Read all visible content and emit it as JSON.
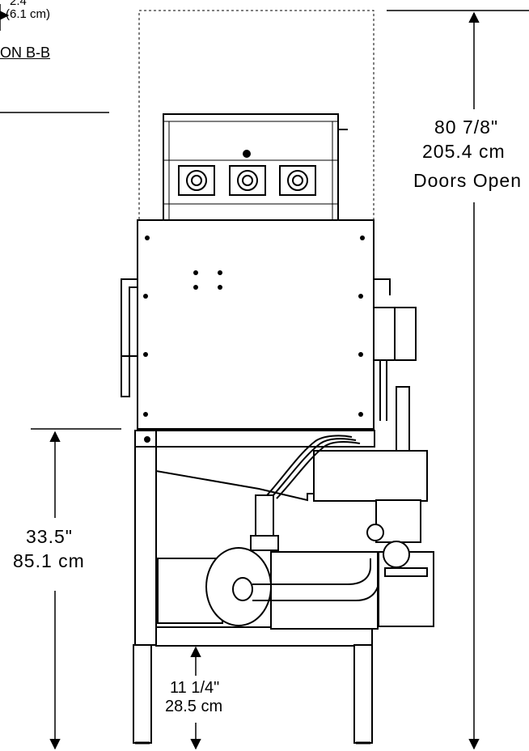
{
  "top_dimension": {
    "value": "2.4",
    "metric": "(6.1 cm)"
  },
  "section_label": "ON B-B",
  "height_dimension": {
    "imperial": "80 7/8\"",
    "metric": "205.4 cm",
    "note": "Doors Open"
  },
  "table_height_dimension": {
    "imperial": "33.5\"",
    "metric": "85.1 cm"
  },
  "clearance_dimension": {
    "imperial": "11 1/4\"",
    "metric": "28.5 cm"
  }
}
